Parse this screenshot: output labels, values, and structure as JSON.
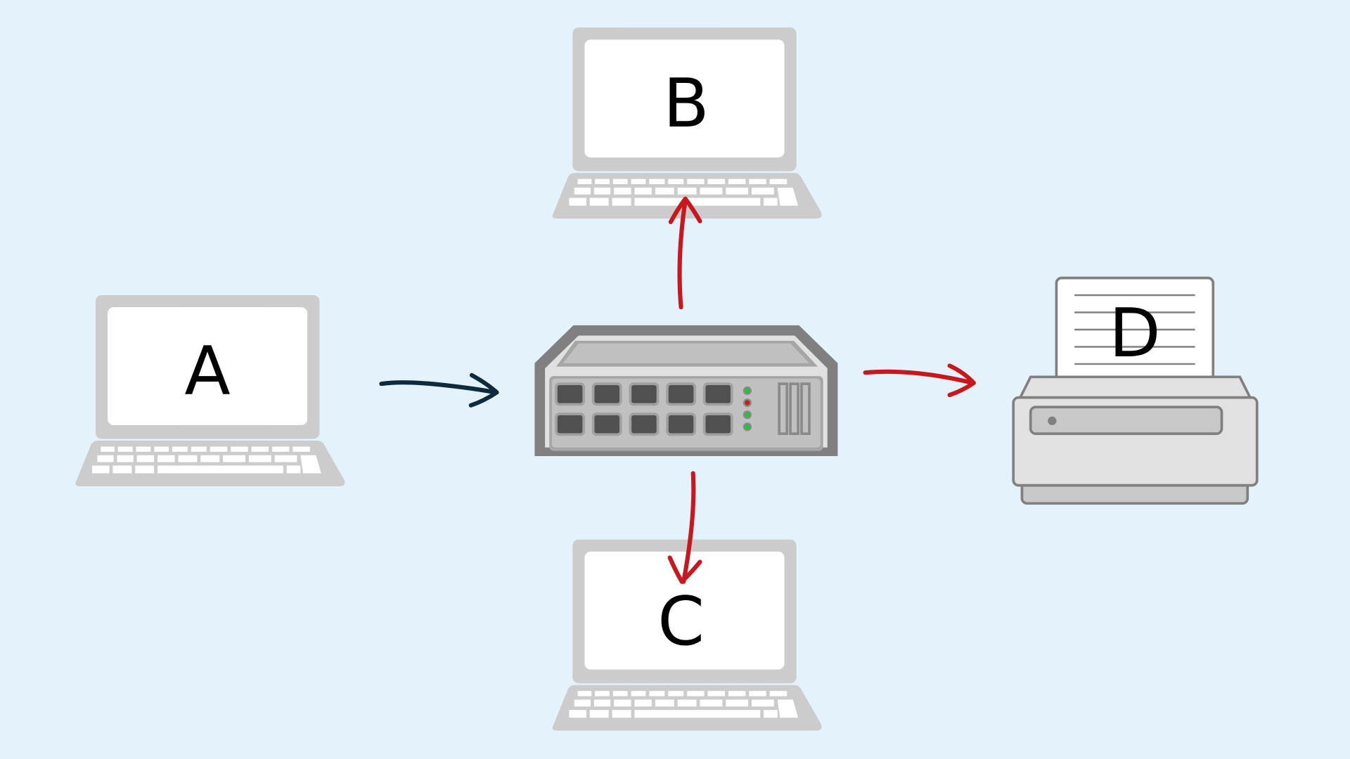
{
  "nodes": {
    "a": {
      "label": "A",
      "type": "laptop"
    },
    "b": {
      "label": "B",
      "type": "laptop"
    },
    "c": {
      "label": "C",
      "type": "laptop"
    },
    "d": {
      "label": "D",
      "type": "printer"
    },
    "hub": {
      "type": "network-hub"
    }
  },
  "edges": [
    {
      "from": "A",
      "to": "hub",
      "color": "#0f2a3d"
    },
    {
      "from": "hub",
      "to": "B",
      "color": "#c8171d"
    },
    {
      "from": "hub",
      "to": "C",
      "color": "#c8171d"
    },
    {
      "from": "hub",
      "to": "D",
      "color": "#c8171d"
    }
  ],
  "colors": {
    "background": "#e4f3fb",
    "device": "#cccccc",
    "incoming": "#0f2a3d",
    "broadcast": "#c8171d"
  }
}
